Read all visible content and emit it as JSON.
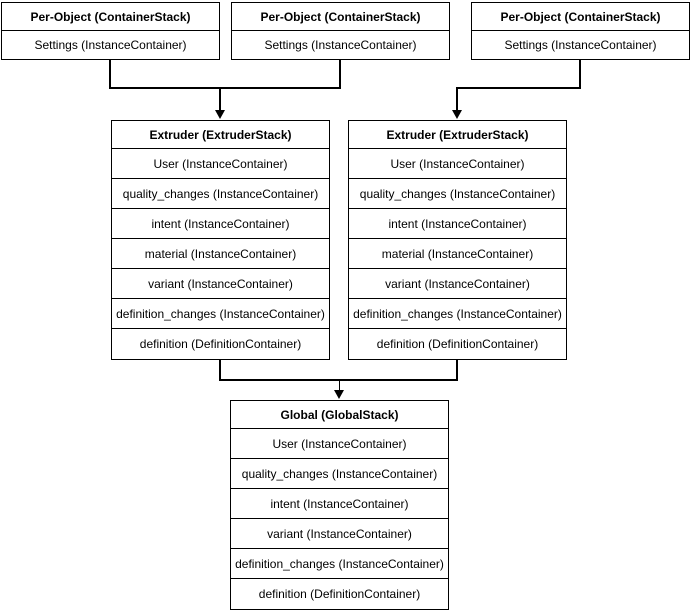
{
  "colors": {
    "background": "#ffffff",
    "stroke": "#000000",
    "text": "#000000"
  },
  "nodes": [
    {
      "id": "per-object-1",
      "title": "Per-Object (ContainerStack)",
      "rows": [
        "Settings (InstanceContainer)"
      ]
    },
    {
      "id": "per-object-2",
      "title": "Per-Object (ContainerStack)",
      "rows": [
        "Settings (InstanceContainer)"
      ]
    },
    {
      "id": "per-object-3",
      "title": "Per-Object (ContainerStack)",
      "rows": [
        "Settings (InstanceContainer)"
      ]
    },
    {
      "id": "extruder-1",
      "title": "Extruder (ExtruderStack)",
      "rows": [
        "User (InstanceContainer)",
        "quality_changes (InstanceContainer)",
        "intent (InstanceContainer)",
        "material (InstanceContainer)",
        "variant (InstanceContainer)",
        "definition_changes (InstanceContainer)",
        "definition (DefinitionContainer)"
      ]
    },
    {
      "id": "extruder-2",
      "title": "Extruder (ExtruderStack)",
      "rows": [
        "User (InstanceContainer)",
        "quality_changes (InstanceContainer)",
        "intent (InstanceContainer)",
        "material (InstanceContainer)",
        "variant (InstanceContainer)",
        "definition_changes (InstanceContainer)",
        "definition (DefinitionContainer)"
      ]
    },
    {
      "id": "global",
      "title": "Global (GlobalStack)",
      "rows": [
        "User (InstanceContainer)",
        "quality_changes (InstanceContainer)",
        "intent (InstanceContainer)",
        "variant (InstanceContainer)",
        "definition_changes (InstanceContainer)",
        "definition (DefinitionContainer)"
      ]
    }
  ],
  "edges": [
    {
      "from": "per-object-1",
      "to": "extruder-1"
    },
    {
      "from": "per-object-2",
      "to": "extruder-1"
    },
    {
      "from": "per-object-3",
      "to": "extruder-2"
    },
    {
      "from": "extruder-1",
      "to": "global"
    },
    {
      "from": "extruder-2",
      "to": "global"
    }
  ]
}
